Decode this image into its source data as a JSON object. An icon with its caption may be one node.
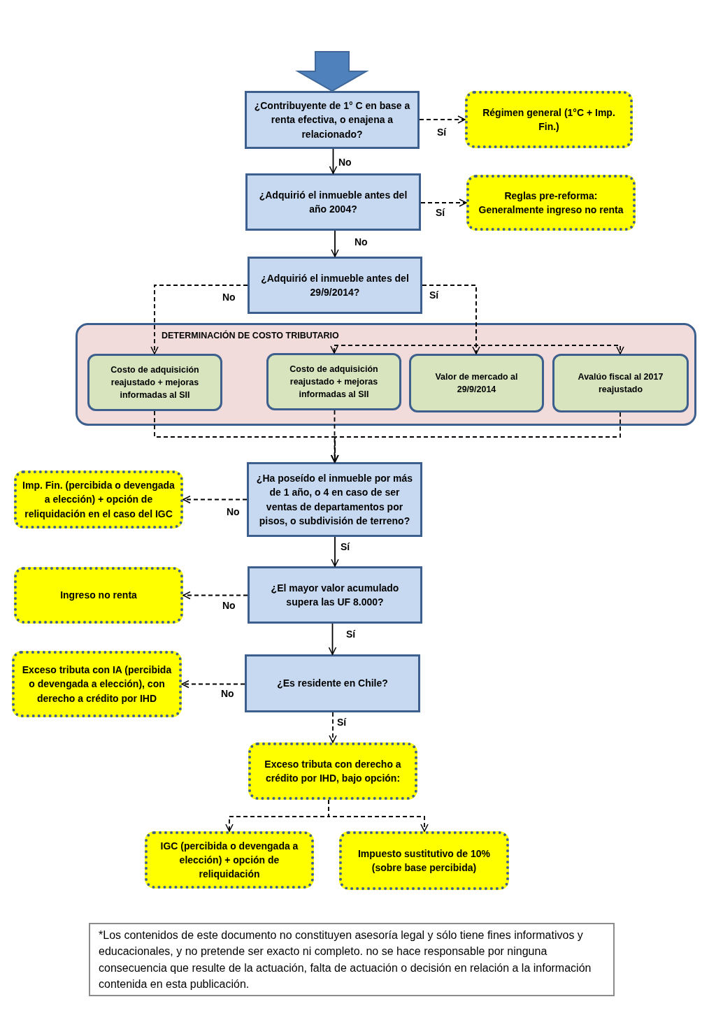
{
  "diagram": {
    "nodes": [
      {
        "text": [
          "¿Contribuyente de 1° C en base a renta efectiva, o enajena a relacionado?"
        ]
      },
      {
        "text": [
          "Régimen general (1°C + Imp. Fin.)"
        ]
      },
      {
        "text": [
          "¿Adquirió el inmueble antes del año 2004?"
        ]
      },
      {
        "text": [
          "Reglas pre-reforma: Generalmente ingreso no renta"
        ]
      },
      {
        "text": [
          "¿Adquirió el inmueble antes del 29/9/2014?"
        ]
      },
      {
        "text": [
          "DETERMINACIÓN DE COSTO TRIBUTARIO"
        ]
      },
      {
        "text": [
          "Costo de adquisición reajustado + mejoras informadas al SII"
        ],
        "in": 5
      },
      {
        "text": [
          "Costo de adquisición reajustado + mejoras informadas al SII"
        ],
        "in": 5
      },
      {
        "text": [
          "Valor de mercado al 29/9/2014"
        ],
        "in": 5
      },
      {
        "text": [
          "Avalúo fiscal al 2017 reajustado"
        ],
        "in": 5
      },
      {
        "text": [
          "Imp. Fin. (percibida o devengada a elección) + opción de reliquidación en el caso del IGC"
        ]
      },
      {
        "text": [
          "¿Ha poseído el inmueble por más de 1 año, o 4 en caso de ser ventas de departamentos por pisos, o subdivisión de terreno?"
        ]
      },
      {
        "text": [
          "Ingreso no renta"
        ]
      },
      {
        "text": [
          "¿El mayor valor acumulado supera las UF 8.000?"
        ]
      },
      {
        "text": [
          "Exceso tributa  con IA (percibida o devengada a elección), con derecho a crédito por IHD"
        ]
      },
      {
        "text": [
          "¿Es residente en Chile?"
        ]
      },
      {
        "text": [
          "Exceso tributa con derecho a crédito por IHD, bajo opción:"
        ]
      },
      {
        "text": [
          "IGC (percibida o devengada a elección) + opción de reliquidación"
        ]
      },
      {
        "text": [
          "Impuesto sustitutivo de 10% (sobre base percibida)"
        ]
      },
      {
        "text": [
          "*Los contenidos de este documento no constituyen asesoría legal y sólo tiene fines informativos y educacionales, y no pretende ser exacto ni completo. no se hace responsable por ninguna consecuencia que resulte de la actuación, falta de actuación o decisión en relación a la información contenida en esta publicación."
        ]
      }
    ],
    "edges": [
      {
        "from": null,
        "to": 0,
        "arrow": "to",
        "style": "thick",
        "color": "#4f81bd"
      },
      {
        "from": 0,
        "to": 1,
        "arrow": "to",
        "label": "Sí",
        "style": "dashed"
      },
      {
        "from": 0,
        "to": 2,
        "arrow": "to",
        "label": "No"
      },
      {
        "from": 2,
        "to": 3,
        "arrow": "to",
        "label": "Sí",
        "style": "dashed"
      },
      {
        "from": 2,
        "to": 4,
        "arrow": "to",
        "label": "No"
      },
      {
        "from": 4,
        "to": 6,
        "arrow": "to",
        "label": "No",
        "style": "dashed"
      },
      {
        "from": 4,
        "to": 7,
        "arrow": "to",
        "style": "dashed"
      },
      {
        "from": 4,
        "to": 8,
        "arrow": "to",
        "label": "Sí",
        "style": "dashed"
      },
      {
        "from": 4,
        "to": 9,
        "arrow": "to",
        "style": "dashed"
      },
      {
        "from": 6,
        "to": 11,
        "arrow": "to",
        "style": "dashed"
      },
      {
        "from": 7,
        "to": 11,
        "arrow": "to",
        "style": "dashed"
      },
      {
        "from": 9,
        "to": 11,
        "arrow": "to",
        "style": "dashed"
      },
      {
        "from": 11,
        "to": 10,
        "arrow": "to",
        "label": "No",
        "style": "dashed"
      },
      {
        "from": 11,
        "to": 13,
        "arrow": "to",
        "label": "Sí"
      },
      {
        "from": 13,
        "to": 12,
        "arrow": "to",
        "label": "No",
        "style": "dashed"
      },
      {
        "from": 13,
        "to": 15,
        "arrow": "to",
        "label": "Sí"
      },
      {
        "from": 15,
        "to": 14,
        "arrow": "to",
        "label": "No",
        "style": "dashed"
      },
      {
        "from": 15,
        "to": 16,
        "arrow": "to",
        "label": "Sí",
        "style": "dashed"
      },
      {
        "from": 16,
        "to": 17,
        "arrow": "to",
        "style": "dashed"
      },
      {
        "from": 16,
        "to": 18,
        "arrow": "to",
        "style": "dashed"
      }
    ]
  }
}
